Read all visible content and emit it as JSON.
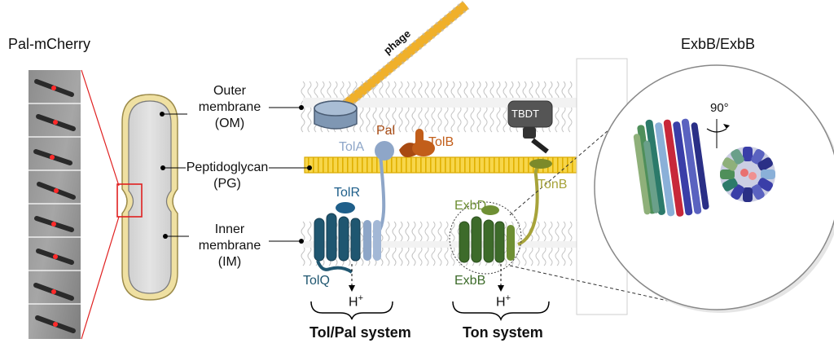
{
  "panel_left": {
    "title": "Pal-mCherry"
  },
  "cell_labels": {
    "om_line1": "Outer",
    "om_line2": "membrane",
    "om_line3": "(OM)",
    "pg_line1": "Peptidoglycan",
    "pg_line2": "(PG)",
    "im_line1": "Inner",
    "im_line2": "membrane",
    "im_line3": "(IM)"
  },
  "proteins": {
    "phage": "phage",
    "pal": "Pal",
    "tolb": "TolB",
    "tola": "TolA",
    "tolr": "TolR",
    "tolq": "TolQ",
    "tbdt": "TBDT",
    "tonb": "TonB",
    "exbd": "ExbD",
    "exbb": "ExbB"
  },
  "proton_base": "H",
  "proton_sup": "+",
  "systems": {
    "tolpal": "Tol/Pal system",
    "ton": "Ton system"
  },
  "structure": {
    "title": "ExbB/ExbB",
    "rotation": "90°"
  },
  "colors": {
    "outline": "#b8a24a",
    "pg": "#f2c200",
    "phage": "#f0b02a",
    "tolq": "#1f5670",
    "tolr": "#1f5f8a",
    "tola": "#8ea6c8",
    "pal": "#a84a12",
    "tolb": "#c25e1a",
    "exbb": "#3d6b2a",
    "exbd": "#6e8f34",
    "tonb": "#a7a33a",
    "tbdt": "#4a4a4a"
  }
}
